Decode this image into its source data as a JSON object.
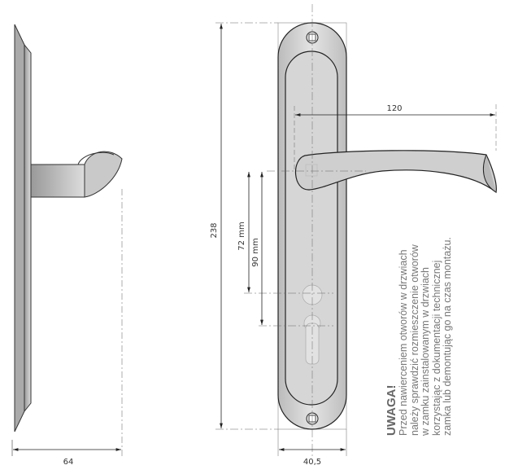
{
  "dimensions": {
    "depth": "64",
    "height": "238",
    "width": "40,5",
    "lever_length": "120",
    "spacing_72": "72 mm",
    "spacing_90": "90 mm"
  },
  "warning": {
    "title": "UWAGA!",
    "lines": [
      "Przed nawierceniem otworów w drzwiach",
      "należy sprawdzić rozmieszczenie otworów",
      "w zamku zainstalowanym w drzwiach",
      "korzystając z dokumentacji technicznej",
      "zamka lub demontując go na czas montażu."
    ]
  }
}
